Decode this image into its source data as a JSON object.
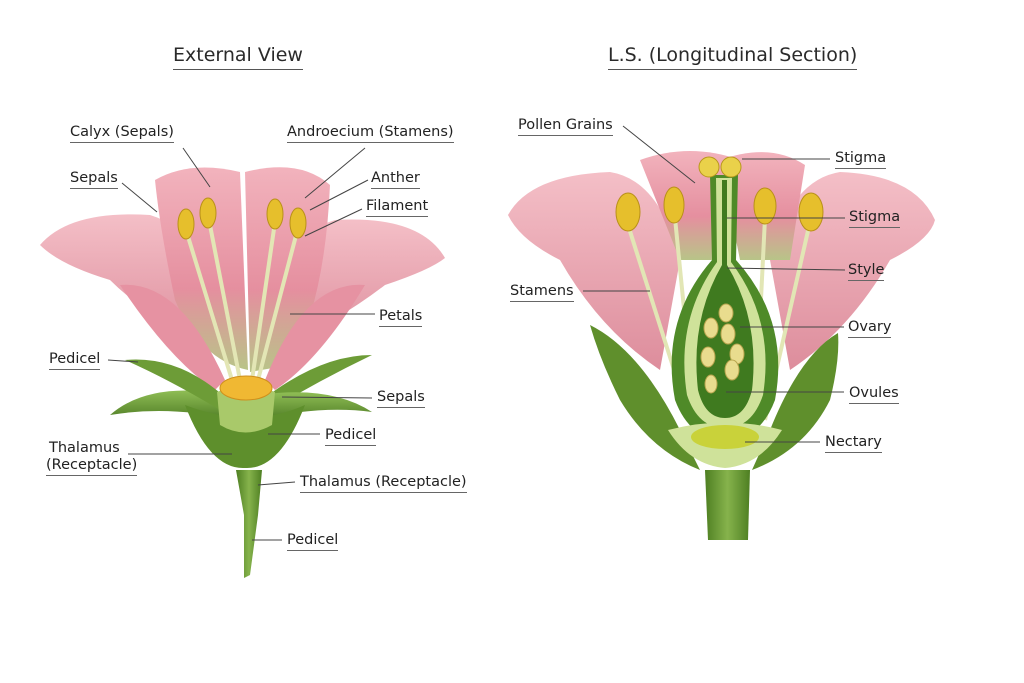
{
  "left_panel": {
    "title": "External View",
    "labels": {
      "calyx": "Calyx (Sepals)",
      "sepals_top": "Sepals",
      "androecium": "Androecium (Stamens)",
      "anther": "Anther",
      "filament": "Filament",
      "petals": "Petals",
      "pedicel_left": "Pedicel",
      "sepals_right": "Sepals",
      "pedicel_mid": "Pedicel",
      "thalamus_left_1": "Thalamus",
      "thalamus_left_2": "(Receptacle)",
      "thalamus_right": "Thalamus (Receptacle)",
      "pedicel_bottom": "Pedicel"
    }
  },
  "right_panel": {
    "title": "L.S. (Longitudinal Section)",
    "labels": {
      "pollen_grains": "Pollen Grains",
      "stigma_top": "Stigma",
      "stigma_mid": "Stigma",
      "style": "Style",
      "stamens": "Stamens",
      "ovary": "Ovary",
      "ovules": "Ovules",
      "nectary": "Nectary"
    }
  },
  "colors": {
    "petal": "#e9a0ad",
    "petal_light": "#f6c9d0",
    "sepal": "#6f9e3a",
    "sepal_dark": "#4d7a26",
    "stem": "#6a9a34",
    "anther": "#e8c12e",
    "filament": "#e6e6b8",
    "ovule": "#e9dc8e",
    "nectary": "#c9d23a",
    "tissue_light": "#cfe29a",
    "leader": "#444444"
  }
}
